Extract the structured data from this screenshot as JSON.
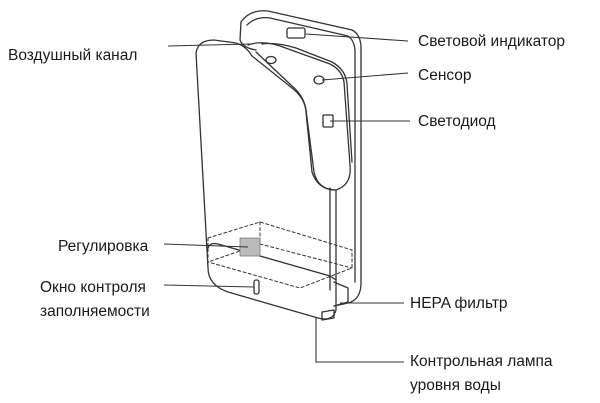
{
  "diagram": {
    "labels": {
      "air_channel": "Воздушный канал",
      "light_indicator": "Световой индикатор",
      "sensor": "Сенсор",
      "led": "Светодиод",
      "adjustment": "Регулировка",
      "fill_window_line1": "Окно контроля",
      "fill_window_line2": "заполняемости",
      "hepa_filter": "HEPA фильтр",
      "water_lamp_line1": "Контрольная лампа",
      "water_lamp_line2": "уровня воды"
    },
    "colors": {
      "line": "#333333",
      "text": "#1a1a1a",
      "background": "#ffffff"
    }
  }
}
